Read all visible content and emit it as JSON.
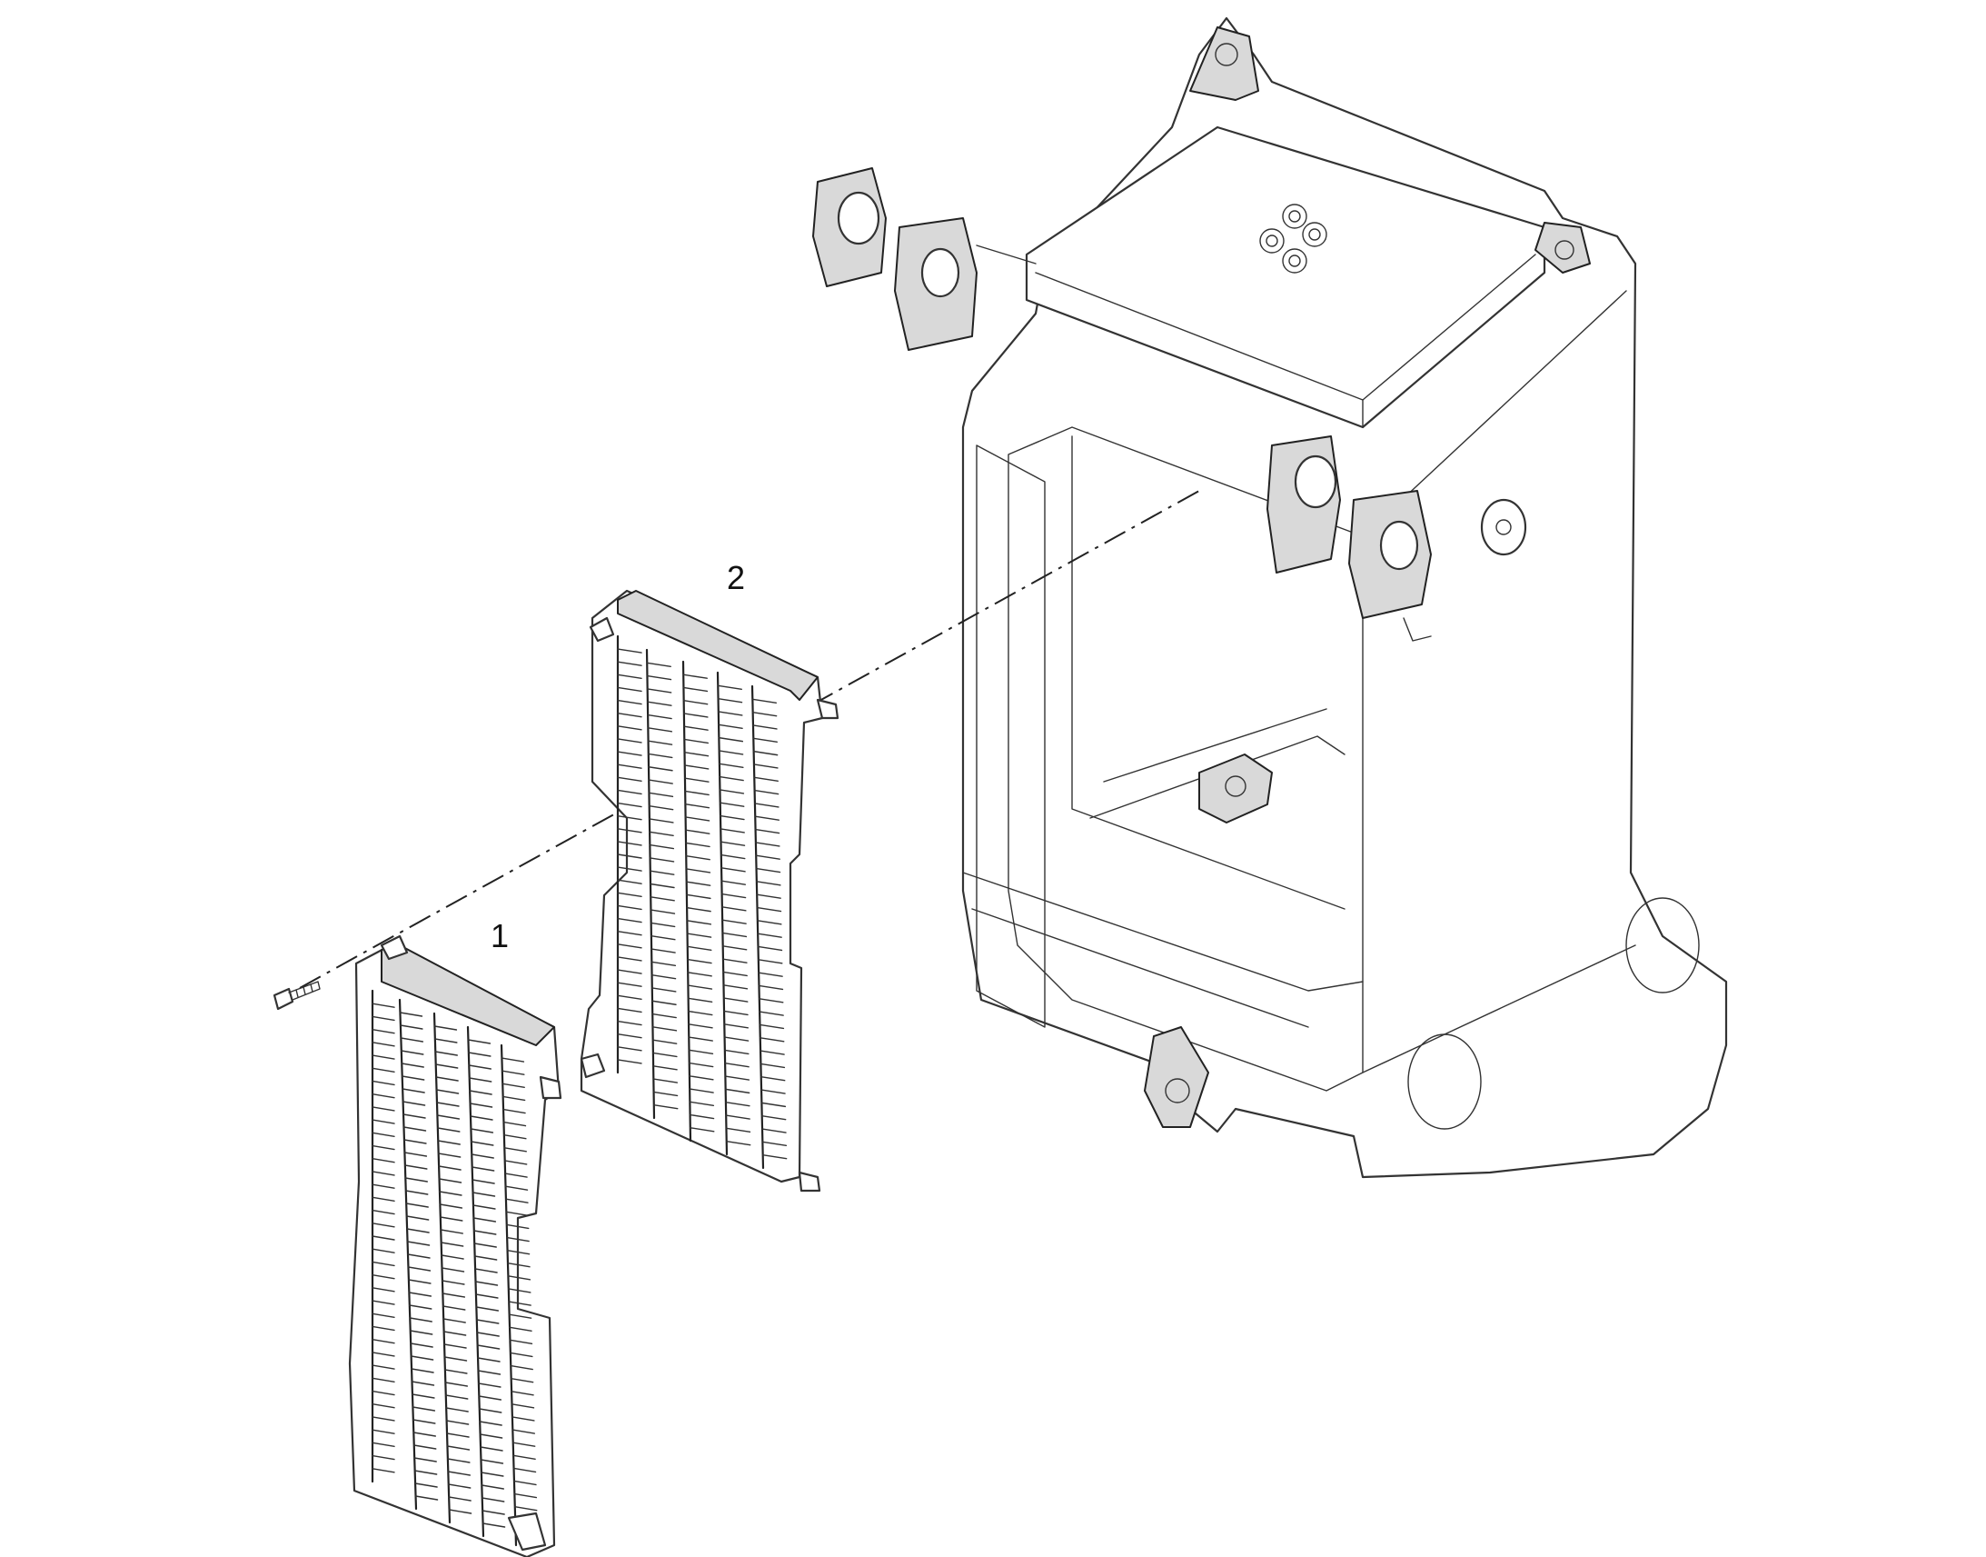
{
  "callouts": [
    {
      "id": "1",
      "label": "1"
    },
    {
      "id": "2",
      "label": "2"
    }
  ],
  "parts": [
    {
      "callout": "1",
      "icon": "radiator-grille-front"
    },
    {
      "callout": "2",
      "icon": "radiator-grille-rear"
    },
    {
      "icon": "mounting-screw"
    },
    {
      "icon": "chassis-frame"
    }
  ],
  "colors": {
    "line": "#222222",
    "shade": "#d9d9d9",
    "background": "#ffffff"
  }
}
